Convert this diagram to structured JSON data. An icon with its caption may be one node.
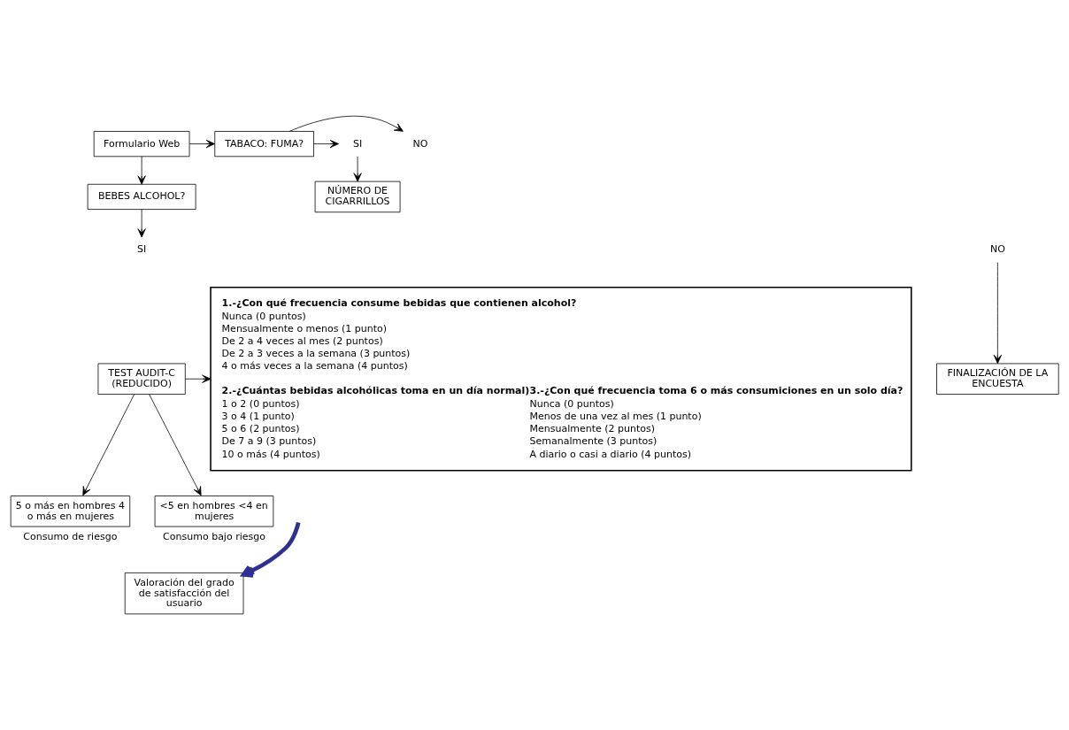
{
  "diagram": {
    "nodes": [
      {
        "text": [
          "Formulario Web"
        ]
      },
      {
        "text": [
          "TABACO: FUMA?"
        ]
      },
      {
        "text": [
          "NO"
        ]
      },
      {
        "text": [
          "SI"
        ]
      },
      {
        "text": [
          "NÚMERO DE CIGARRILLOS"
        ]
      },
      {
        "text": [
          "BEBES ALCOHOL?"
        ]
      },
      {
        "text": [
          "SI"
        ]
      },
      {
        "text": [
          "NO"
        ]
      },
      {
        "text": [
          "FINALIZACIÓN DE LA ENCUESTA"
        ]
      },
      {
        "text": [
          "TEST AUDIT-C (REDUCIDO)"
        ]
      },
      {
        "text": [
          "1.-¿Con qué frecuencia consume bebidas que contienen alcohol?",
          "Nunca (0 puntos)",
          "Mensualmente o menos (1 punto)",
          "De 2 a 4 veces al mes (2 puntos)",
          "De 2 a 3 veces a la semana (3 puntos)",
          "4 o más veces a la semana (4 puntos)",
          "2.-¿Cuántas bebidas alcohólicas toma en un día normal)",
          "1 o 2 (0 puntos)",
          "3 o 4 (1 punto)",
          "5 o 6 (2 puntos)",
          "De 7 a 9 (3 puntos)",
          "10 o más (4 puntos)",
          "3.-¿Con qué frecuencia toma 6 o más consumiciones en un solo día?",
          "Nunca (0 puntos)",
          "Menos de una vez al mes (1 punto)",
          "Mensualmente (2 puntos)",
          "Semanalmente (3 puntos)",
          "A diario o casi a diario (4 puntos)"
        ]
      },
      {
        "text": [
          "5 o más en hombres 4 o más en mujeres"
        ],
        "beside": [
          "Consumo de riesgo"
        ]
      },
      {
        "text": [
          "<5 en hombres <4 en mujeres"
        ],
        "beside": [
          "Consumo bajo riesgo"
        ]
      },
      {
        "text": [
          "Valoración del grado de satisfacción del usuario"
        ]
      }
    ],
    "edges": [
      {
        "from": 0,
        "to": 1,
        "arrow": "to"
      },
      {
        "from": 0,
        "to": 5,
        "arrow": "to"
      },
      {
        "from": 1,
        "to": 2,
        "arrow": "to"
      },
      {
        "from": 1,
        "to": 3,
        "arrow": "to"
      },
      {
        "from": 3,
        "to": 4,
        "arrow": "to"
      },
      {
        "from": 5,
        "to": 6,
        "arrow": "to"
      },
      {
        "from": 7,
        "to": 8,
        "arrow": "to"
      },
      {
        "from": 9,
        "to": 10,
        "arrow": "to"
      },
      {
        "from": 9,
        "to": 11,
        "arrow": "to"
      },
      {
        "from": 9,
        "to": 12,
        "arrow": "to"
      },
      {
        "from": null,
        "to": 13,
        "arrow": "to",
        "style": "thick",
        "color": "#2e3192"
      }
    ]
  }
}
